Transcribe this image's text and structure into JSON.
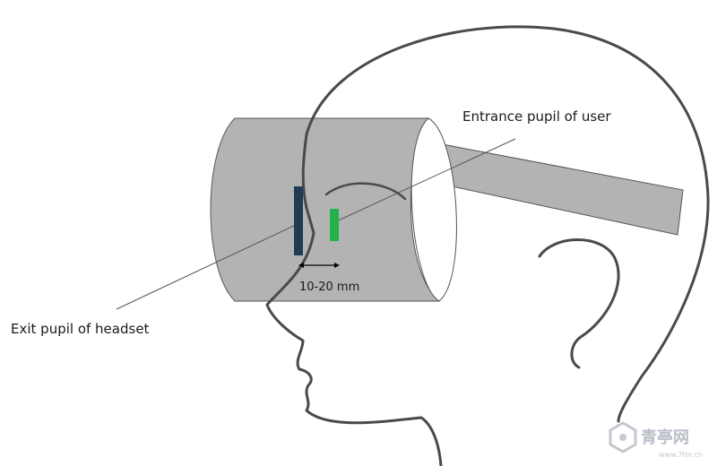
{
  "labels": {
    "entrance_pupil": "Entrance pupil of user",
    "exit_pupil": "Exit pupil of headset",
    "distance": "10-20 mm"
  },
  "watermark": {
    "text": "青亭网",
    "url": "www.7tin.cn",
    "icon": "hexagon-logo-icon"
  },
  "colors": {
    "headset_fill": "#b3b3b3",
    "outline": "#4d4d4d",
    "exit_pupil": "#1f3b55",
    "entrance_pupil": "#22b14c"
  }
}
